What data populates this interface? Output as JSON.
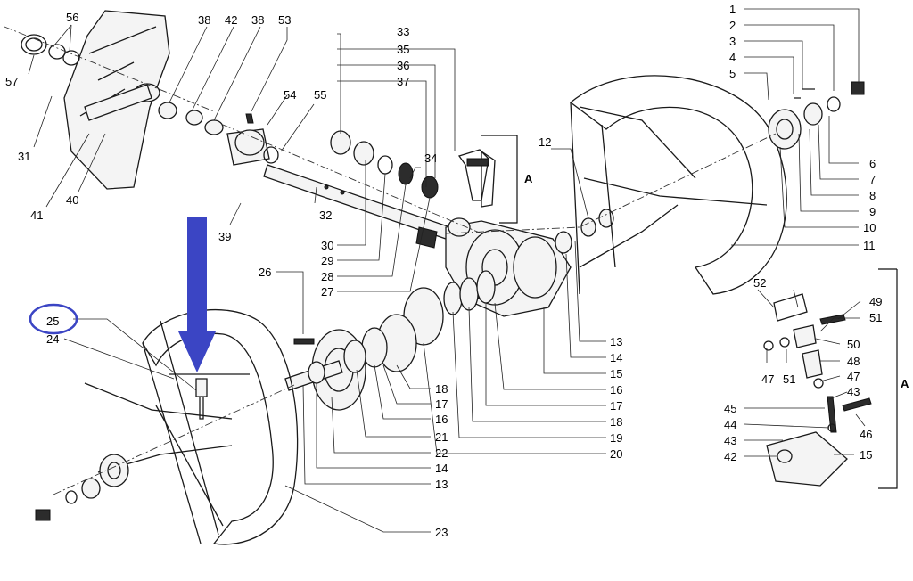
{
  "diagram": {
    "detail_label_top": "A",
    "detail_label_right": "A",
    "highlighted_part": "25",
    "arrow_color": "#3b45c4",
    "highlight_circle_color": "#3b45c4",
    "parts": {
      "p1": "1",
      "p2": "2",
      "p3": "3",
      "p4": "4",
      "p5": "5",
      "p6": "6",
      "p7": "7",
      "p8": "8",
      "p9": "9",
      "p10": "10",
      "p11": "11",
      "p12": "12",
      "p13a": "13",
      "p14a": "14",
      "p15a": "15",
      "p16a": "16",
      "p17a": "17",
      "p18a": "18",
      "p19": "19",
      "p20": "20",
      "p18b": "18",
      "p17b": "17",
      "p16b": "16",
      "p21": "21",
      "p22": "22",
      "p14b": "14",
      "p13b": "13",
      "p23": "23",
      "p24": "24",
      "p25": "25",
      "p26": "26",
      "p27": "27",
      "p28": "28",
      "p29": "29",
      "p30": "30",
      "p31": "31",
      "p32": "32",
      "p33": "33",
      "p34": "34",
      "p35": "35",
      "p36": "36",
      "p37": "37",
      "p38a": "38",
      "p38b": "38",
      "p39": "39",
      "p40": "40",
      "p41": "41",
      "p42": "42",
      "p53": "53",
      "p54": "54",
      "p55": "55",
      "p56": "56",
      "p57": "57",
      "p52": "52",
      "p49": "49",
      "p51a": "51",
      "p50": "50",
      "p47a": "47",
      "p51b": "51",
      "p48": "48",
      "p47b": "47",
      "p43a": "43",
      "p45": "45",
      "p44": "44",
      "p46": "46",
      "p43b": "43",
      "p42b": "42",
      "p15b": "15"
    }
  }
}
